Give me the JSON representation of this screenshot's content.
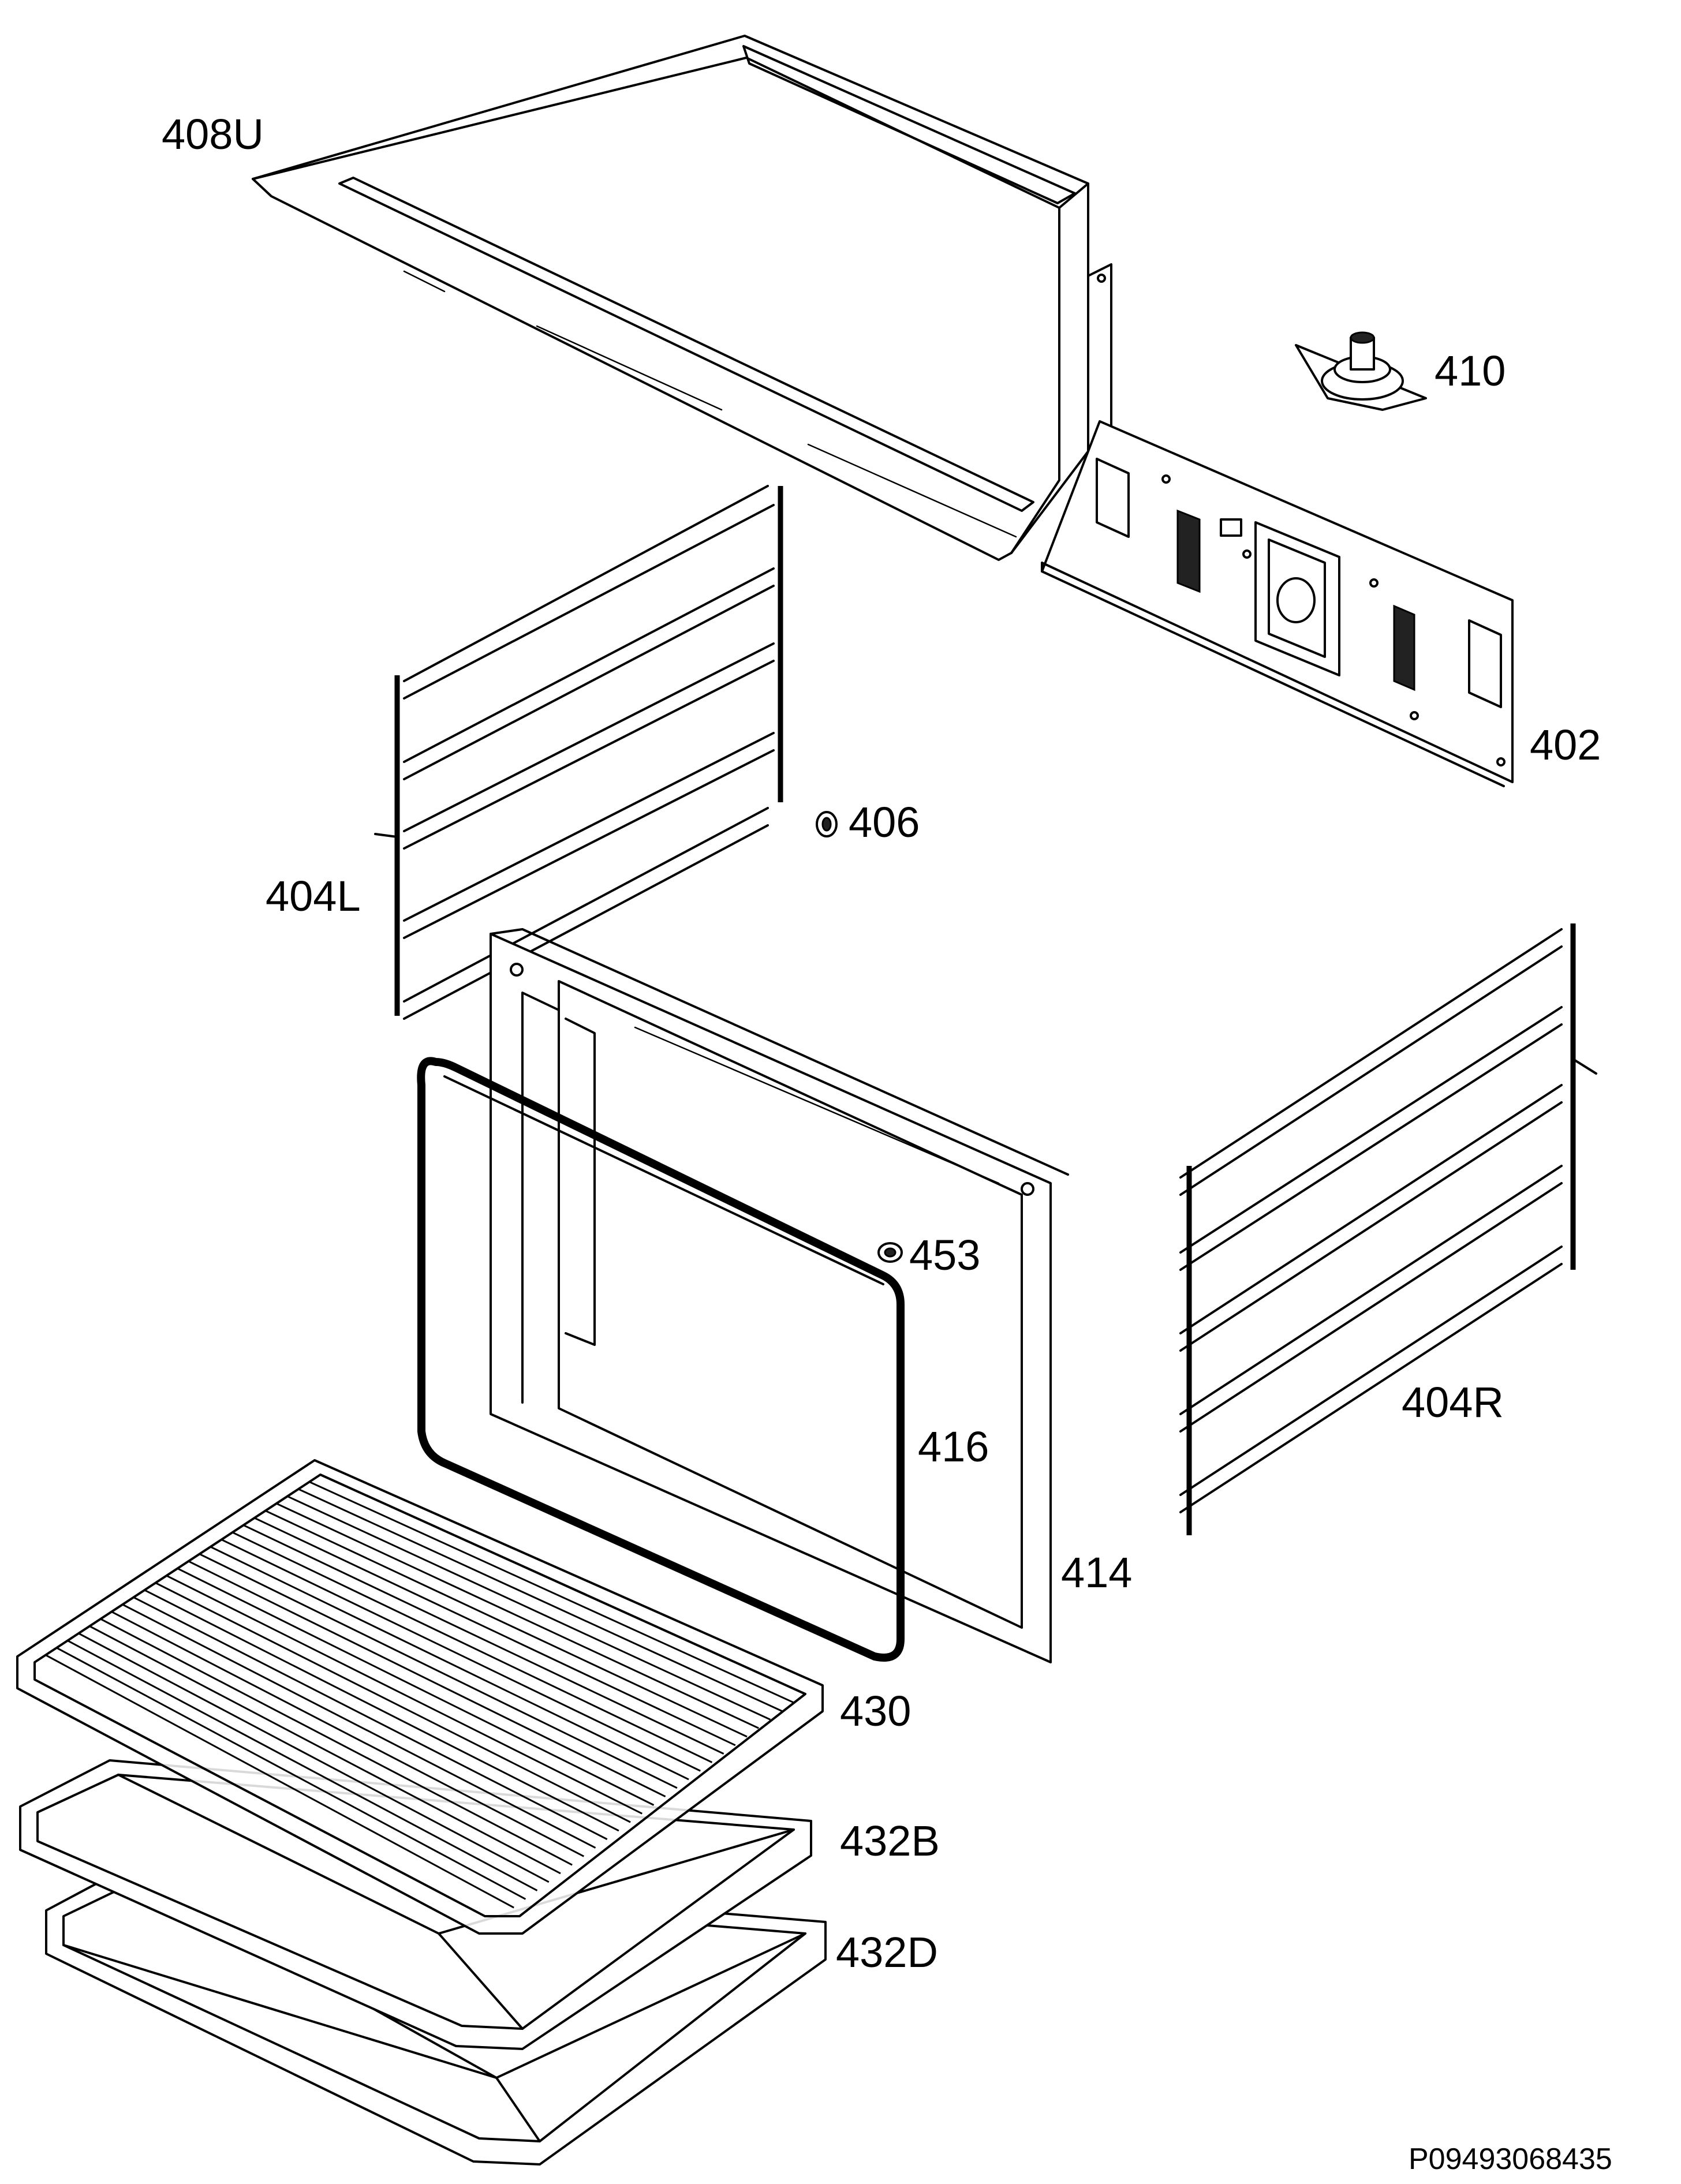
{
  "labels": {
    "l408u": "408U",
    "l410": "410",
    "l402": "402",
    "l406": "406",
    "l404l": "404L",
    "l453": "453",
    "l404r": "404R",
    "l416": "416",
    "l414": "414",
    "l430": "430",
    "l432b": "432B",
    "l432d": "432D"
  },
  "drawing_code": "P09493068435"
}
